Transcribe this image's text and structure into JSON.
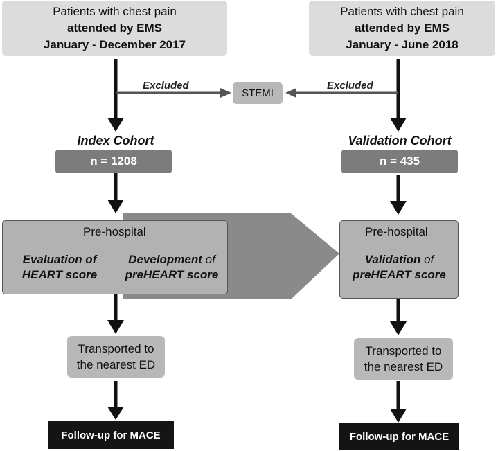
{
  "left": {
    "source_line1": "Patients with chest pain",
    "source_line2": "attended by EMS",
    "source_line3": "January - December 2017",
    "cohort_title": "Index Cohort",
    "count": "n = 1208",
    "prehospital_title": "Pre-hospital",
    "eval_line1": "Evaluation of",
    "eval_line2": "HEART score",
    "dev_word": "Development",
    "dev_of": " of",
    "dev_line2": "preHEART score",
    "transport_line1": "Transported to",
    "transport_line2": "the nearest ED",
    "mace": "Follow-up for MACE"
  },
  "right": {
    "source_line1": "Patients with chest pain",
    "source_line2": "attended by EMS",
    "source_line3": "January - June 2018",
    "cohort_title": "Validation Cohort",
    "count": "n = 435",
    "prehospital_title": "Pre-hospital",
    "val_word": "Validation",
    "val_of": " of",
    "val_line2": "preHEART score",
    "transport_line1": "Transported to",
    "transport_line2": "the nearest ED",
    "mace": "Follow-up for MACE"
  },
  "center": {
    "stemi": "STEMI",
    "excluded_left": "Excluded",
    "excluded_right": "Excluded"
  },
  "colors": {
    "arrow": "#111111",
    "big_arrow": "#8a8a8a",
    "count_box": "#7c7c7c",
    "mace_box": "#141414"
  }
}
